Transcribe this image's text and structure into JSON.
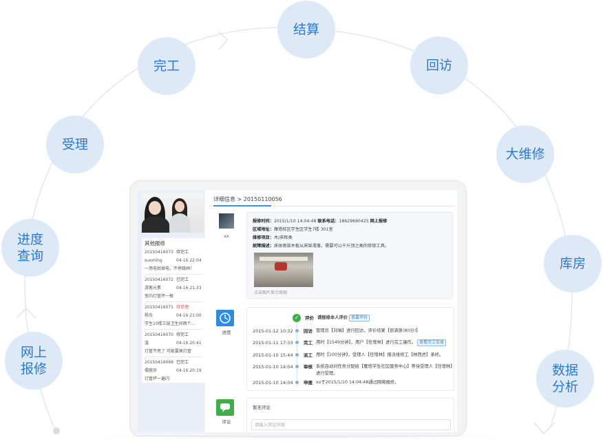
{
  "process_steps": [
    {
      "label": "网上\n报修"
    },
    {
      "label": "进度\n查询"
    },
    {
      "label": "受理"
    },
    {
      "label": "完工"
    },
    {
      "label": "结算"
    },
    {
      "label": "回访"
    },
    {
      "label": "大维修"
    },
    {
      "label": "库房"
    },
    {
      "label": "数据\n分析"
    }
  ],
  "colors": {
    "bubble_bg": "#dde9f7",
    "bubble_text": "#2c79c9",
    "accent": "#3b8fe0",
    "alert_red": "#d9534f",
    "success_green": "#3fae49"
  },
  "screen": {
    "tab_label": "详细信息 > 20150110056",
    "reporter_name": "xx",
    "other_orders_title": "其他报修",
    "other_orders": [
      {
        "id": "20150416073",
        "status": "待完工",
        "user": "suoming",
        "time": "04-16 22:04",
        "desc": "一用电就掉电，不停跳闸！",
        "status_color": "normal"
      },
      {
        "id": "20150416072",
        "status": "已完工",
        "user": "游客元素",
        "time": "04-16 21:33",
        "desc": "室内灯管坏一根",
        "status_color": "normal"
      },
      {
        "id": "20150416071",
        "status": "待受理",
        "user": "杨东",
        "time": "04-16 21:00",
        "desc": "学生10楼三层卫生间两个…",
        "status_color": "red"
      },
      {
        "id": "20150416070",
        "status": "待完工",
        "user": "溫",
        "time": "04-16 20:41",
        "desc": "灯管不亮了 可能要换灯管",
        "status_color": "normal"
      },
      {
        "id": "20150416069",
        "status": "已完工",
        "user": "儒貌员",
        "time": "04-16 20:19",
        "desc": "灯管坏一遍闪",
        "status_color": "normal"
      }
    ],
    "detail": {
      "line1_label": "报修时间：",
      "line1_value": "2015/1/10 14:04:48",
      "phone_label": "联系电话：",
      "phone_value": "18629690425",
      "source_value": "网上报修",
      "area_label": "区域地址：",
      "area_value": "雁塔校区学生区学生7楼 301室",
      "item_label": "维修项目：",
      "item_value": "木/床柜类",
      "fault_label": "故障描述：",
      "fault_value": "床体侧部木板从床架滑落，需要可以千斤顶之类的修修工具。",
      "photo_hint": "点击图片显示原图"
    },
    "progress_label": "进度",
    "progress": {
      "eval_action": "评价",
      "eval_text": "请报修本人评价",
      "eval_button": "我要评价",
      "events": [
        {
          "time": "2015-01-12 10:32",
          "action": "回访",
          "text": "管理员【刘琳】进行回访，评价结果【很满意(80分)】",
          "button": ""
        },
        {
          "time": "2015-01-11 17:33",
          "action": "完工",
          "text": "用时【1549分钟】，用户【任增林】进行完工操作。",
          "button": "查看完工信息"
        },
        {
          "time": "2015-01-10 15:44",
          "action": "派工",
          "text": "用时【100分钟】，受理人【任增林】报派维修工【林西虎】承修。",
          "button": ""
        },
        {
          "time": "2015-01-10 14:04",
          "action": "审核",
          "text": "系统自动对任务分配给【雁塔学生社区服务中心】等待受理人【任增林】",
          "text2": "进行受理。",
          "button": ""
        },
        {
          "time": "2015-01-10 14:04",
          "action": "申报",
          "text": "xx于2015/1/10 14:04:48通过网络报修。",
          "button": ""
        }
      ]
    },
    "comment_label": "评论",
    "no_comment": "暂无评论",
    "comment_placeholder": "请输入评论内容"
  }
}
